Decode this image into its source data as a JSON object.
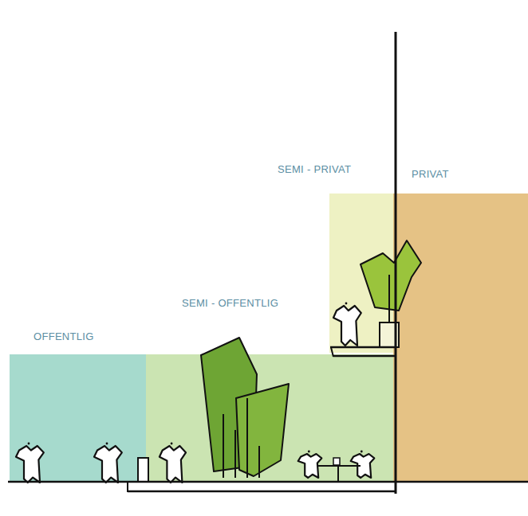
{
  "diagram": {
    "nodes": [
      {
        "text": [
          "OFFENTLIG"
        ]
      },
      {
        "text": [
          "SEMI - OFFENTLIG"
        ]
      },
      {
        "text": [
          "SEMI - PRIVAT"
        ]
      },
      {
        "text": [
          "PRIVAT"
        ]
      }
    ]
  }
}
